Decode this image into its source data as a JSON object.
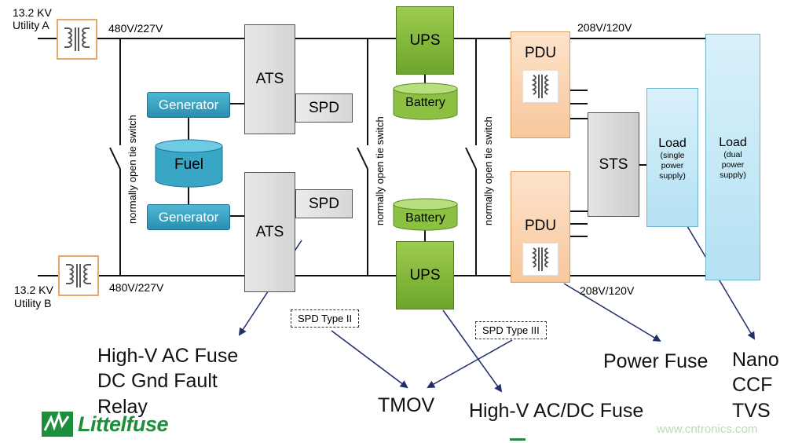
{
  "utility_a": {
    "line1": "13.2 KV",
    "line2": "Utility A"
  },
  "utility_b": {
    "line1": "13.2 KV",
    "line2": "Utility B"
  },
  "voltage_top_left": "480V/227V",
  "voltage_bottom_left": "480V/227V",
  "voltage_top_right": "208V/120V",
  "voltage_bottom_right": "208V/120V",
  "tie_switch_label": "normally open tie switch",
  "generator_label": "Generator",
  "fuel_label": "Fuel",
  "ats_label": "ATS",
  "spd_label": "SPD",
  "ups_label": "UPS",
  "battery_label": "Battery",
  "pdu_label": "PDU",
  "sts_label": "STS",
  "load_single": {
    "title": "Load",
    "line1": "(single",
    "line2": "power",
    "line3": "supply)"
  },
  "load_dual": {
    "title": "Load",
    "line1": "(dual",
    "line2": "power",
    "line3": "supply)"
  },
  "spd_type_ii": "SPD Type II",
  "spd_type_iii": "SPD Type III",
  "callouts": {
    "ats": [
      "High-V AC Fuse",
      "DC Gnd Fault",
      "Relay"
    ],
    "tmov": "TMOV",
    "ups": "High-V AC/DC Fuse",
    "pdu": "Power Fuse",
    "load": [
      "Nano",
      "CCF",
      "TVS"
    ]
  },
  "logo_text": "Littelfuse",
  "watermark": "www.cntronics.com",
  "colors": {
    "line": "#111111",
    "arrow": "#1f2f6b",
    "generator": "#2e9cbd",
    "ups": "#7fb23a",
    "pdu": "#f9cfa8",
    "load": "#c6e9f7",
    "logo_green": "#1d8e3c"
  }
}
